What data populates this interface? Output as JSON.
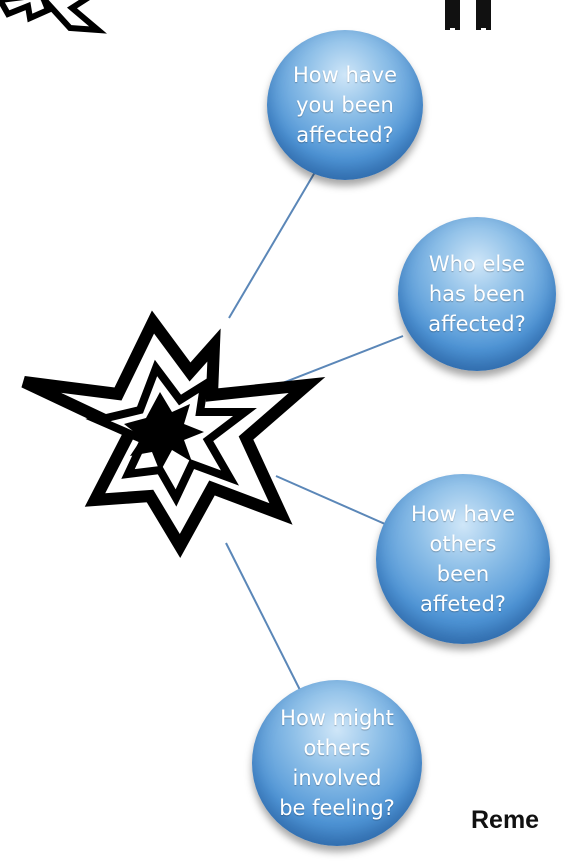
{
  "bubbles": [
    {
      "text": "How have\nyou been\naffected?"
    },
    {
      "text": "Who else\nhas been\naffected?"
    },
    {
      "text": "How have\nothers\nbeen\naffeted?"
    },
    {
      "text": "How might\nothers\ninvolved\nbe feeling?"
    }
  ],
  "footer_text": "Reme",
  "colors": {
    "bubble": "#4f95d6",
    "connector": "#5b87b8",
    "burst": "#000000"
  },
  "icons": [
    "starburst-icon",
    "people-icon"
  ]
}
